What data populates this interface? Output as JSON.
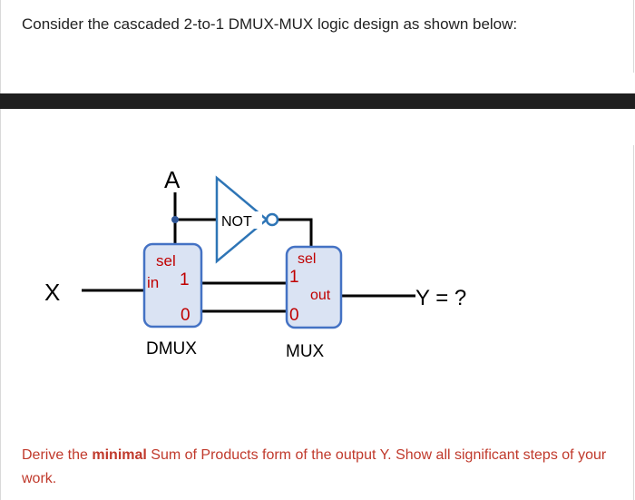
{
  "question": "Consider the cascaded 2-to-1 DMUX-MUX logic design as shown below:",
  "diagram": {
    "input_x": "X",
    "input_a": "A",
    "not_label": "NOT",
    "dmux": {
      "sel": "sel",
      "in": "in",
      "one": "1",
      "zero": "0",
      "name": "DMUX"
    },
    "mux": {
      "sel": "sel",
      "one": "1",
      "zero": "0",
      "out": "out",
      "name": "MUX"
    },
    "output": "Y = ?"
  },
  "footer": {
    "part1": "Derive the ",
    "bold": "minimal",
    "part2": " Sum of Products form of the output Y. Show all significant steps of your work."
  },
  "colors": {
    "block_fill": "#dae3f3",
    "block_stroke": "#4472c4",
    "not_stroke": "#2e75b6",
    "label_red": "#c00000",
    "node_dot": "#2e5597",
    "text_red": "#c0392b",
    "bar": "#1f1f1f"
  }
}
